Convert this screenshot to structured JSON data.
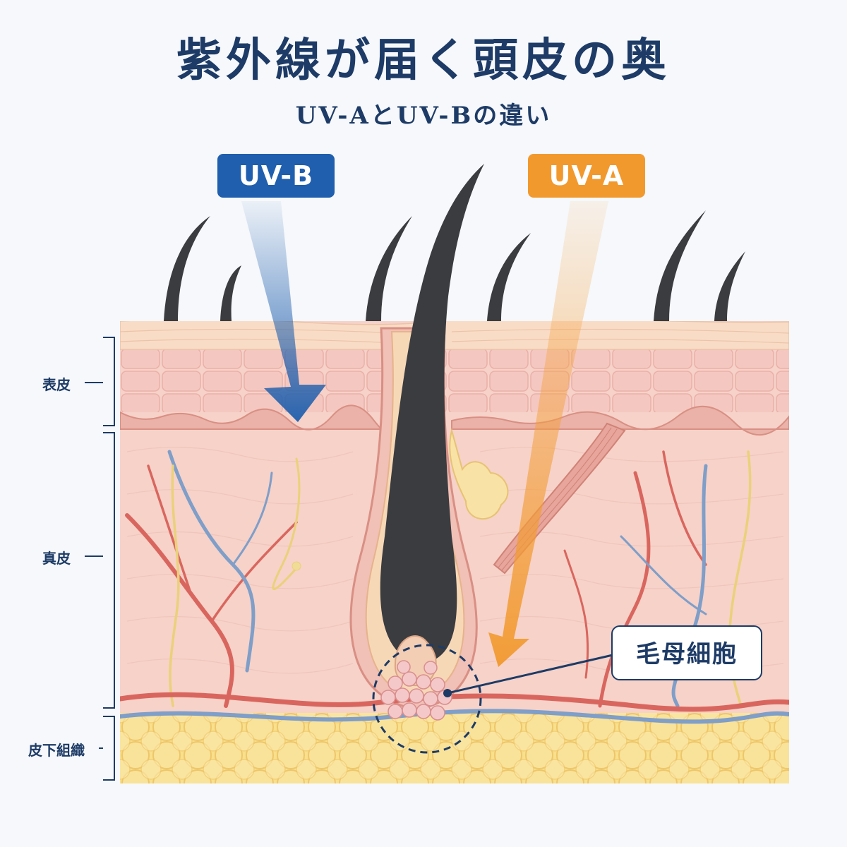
{
  "title": "紫外線が届く頭皮の奥",
  "subtitle": "UV-AとUV-Bの違い",
  "badges": {
    "uvb": {
      "label": "UV-B",
      "color": "#1f5fae"
    },
    "uva": {
      "label": "UV-A",
      "color": "#f2992e"
    }
  },
  "layers": {
    "epidermis": "表皮",
    "dermis": "真皮",
    "subcutis": "皮下組織"
  },
  "callout": "毛母細胞",
  "colors": {
    "text": "#1d3b66",
    "skin": "#f6d2c9",
    "fat": "#f8e08c",
    "hair": "#3a3c40"
  }
}
